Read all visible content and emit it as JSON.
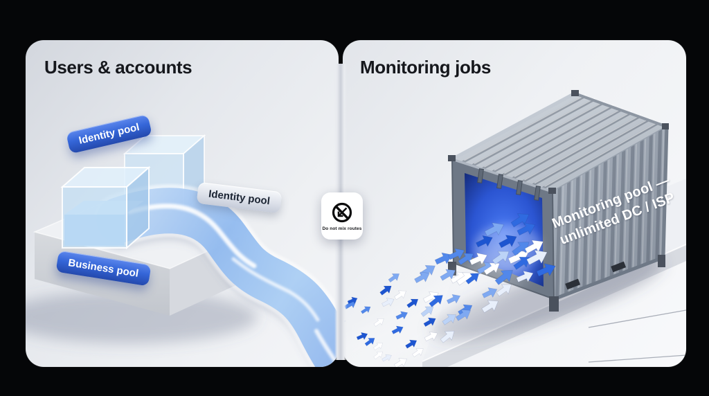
{
  "left_panel": {
    "title": "Users & accounts",
    "pills": {
      "identity_floating": "Identity pool",
      "identity_side": "Identity pool",
      "business": "Business pool"
    }
  },
  "divider": {
    "badge_caption": "Do not mix routes",
    "badge_icon": "no-mixing-icon"
  },
  "right_panel": {
    "title": "Monitoring jobs",
    "container_label": {
      "line1": "Monitoring pool —",
      "line2": "unlimited DC / ISP"
    }
  },
  "colors": {
    "accent_blue": "#3566d8",
    "accent_blue_dark": "#2449ad",
    "panel_light": "#eceef2",
    "background": "#050608",
    "container_gray": "#9aa3b0",
    "container_interior_blue": "#2b5de0",
    "stream_blue": "#9cc3f0",
    "arrow_palette": [
      "#1d55d0",
      "#2f6ae0",
      "#5288ea",
      "#7fa9f1",
      "#ffffff",
      "#e8effb",
      "#bcd3f7"
    ]
  }
}
